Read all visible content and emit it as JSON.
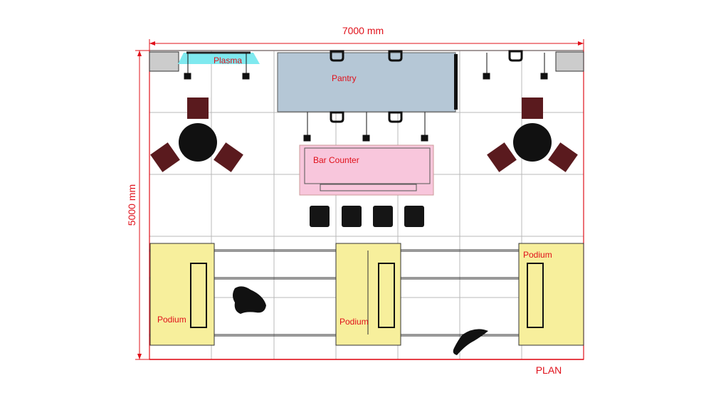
{
  "dimensions": {
    "width_label": "7000 mm",
    "depth_label": "5000 mm"
  },
  "view_label": "PLAN",
  "labels": {
    "plasma": "Plasma",
    "pantry": "Pantry",
    "bar_counter": "Bar Counter",
    "podium_left": "Podium",
    "podium_center": "Podium",
    "podium_right": "Podium"
  },
  "colors": {
    "dimension": "#e0101a",
    "plasma": "#7fe9ef",
    "pantry": "#b5c7d6",
    "bar_counter": "#f8c6dc",
    "podium": "#f7ef9c",
    "chair": "#5a1a1e"
  }
}
